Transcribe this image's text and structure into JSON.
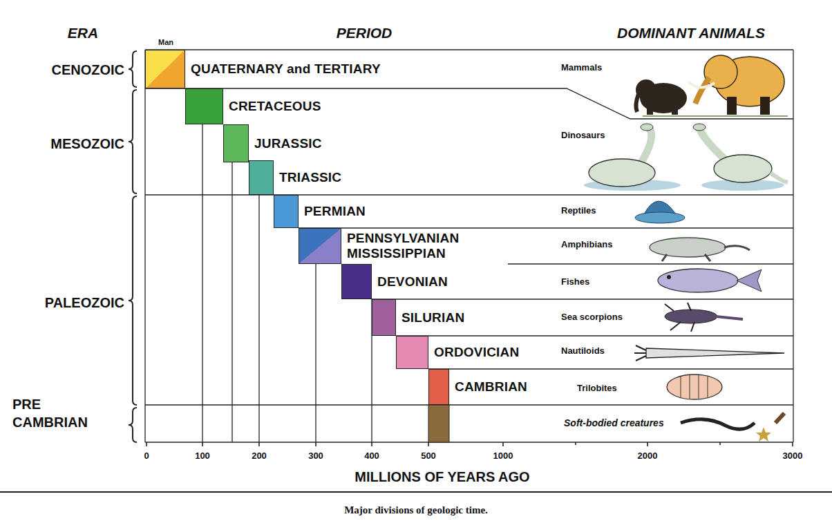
{
  "diagram": {
    "caption": "Major divisions of geologic time.",
    "nodes": [
      {
        "text": [
          "QUATERNARY and TERTIARY"
        ]
      },
      {
        "text": [
          "CRETACEOUS"
        ]
      },
      {
        "text": [
          "JURASSIC"
        ]
      },
      {
        "text": [
          "TRIASSIC"
        ]
      },
      {
        "text": [
          "PERMIAN"
        ]
      },
      {
        "text": [
          "PENNSYLVANIAN",
          "MISSISSIPPIAN"
        ]
      },
      {
        "text": [
          "DEVONIAN"
        ]
      },
      {
        "text": [
          "SILURIAN"
        ]
      },
      {
        "text": [
          "ORDOVICIAN"
        ]
      },
      {
        "text": [
          "CAMBRIAN"
        ]
      }
    ],
    "labels": [
      "ERA",
      "PERIOD",
      "DOMINANT ANIMALS",
      "CENOZOIC",
      "MESOZOIC",
      "PALEOZOIC",
      "PRE CAMBRIAN",
      "Man",
      "Mammals",
      "Dinosaurs",
      "Reptiles",
      "Amphibians",
      "Fishes",
      "Sea scorpions",
      "Nautiloids",
      "Trilobites",
      "Soft-bodied creatures",
      "0",
      "100",
      "200",
      "300",
      "400",
      "500",
      "1000",
      "2000",
      "3000",
      "MILLIONS OF YEARS AGO"
    ]
  }
}
